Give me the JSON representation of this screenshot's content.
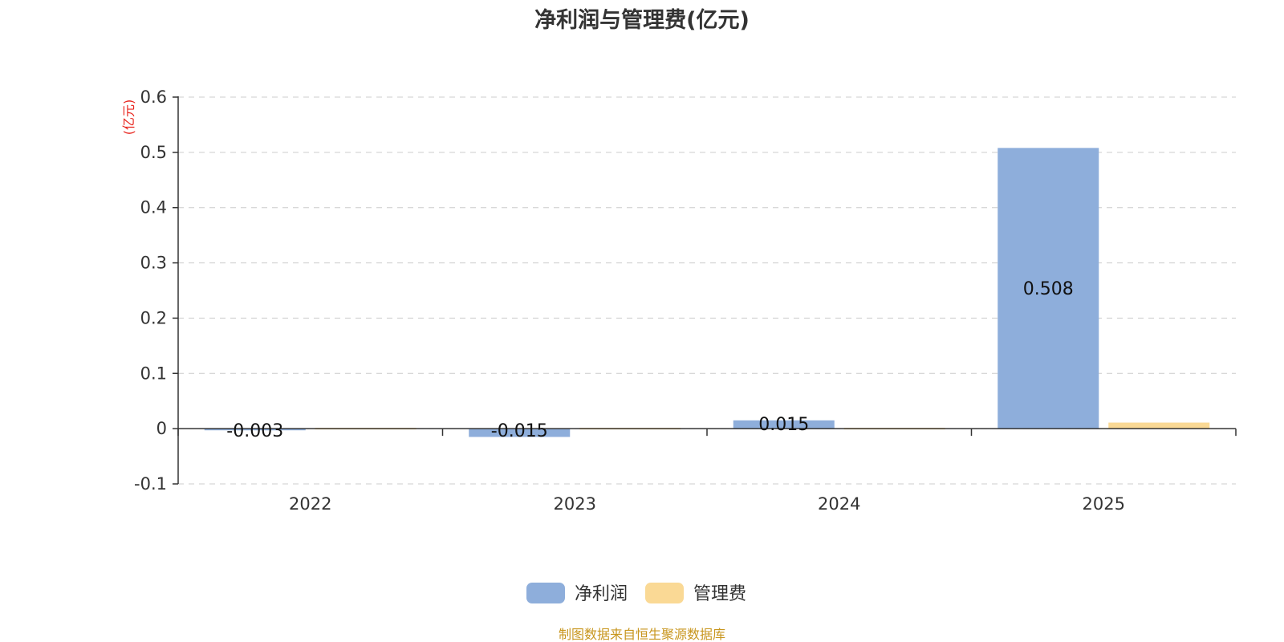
{
  "chart_data": {
    "type": "bar",
    "title": "净利润与管理费(亿元)",
    "y_unit": "(亿元)",
    "categories": [
      "2022",
      "2023",
      "2024",
      "2025"
    ],
    "series": [
      {
        "name": "净利润",
        "values": [
          -0.003,
          -0.015,
          0.015,
          0.508
        ],
        "data_labels": [
          "-0.003",
          "-0.015",
          "0.015",
          "0.508"
        ],
        "color": "#8eaedb"
      },
      {
        "name": "管理费",
        "values": [
          0.001,
          0.001,
          0.001,
          0.011
        ],
        "color": "#fad995"
      }
    ],
    "ylim": [
      -0.1,
      0.6
    ],
    "y_ticks": [
      0.6,
      0.5,
      0.4,
      0.3,
      0.2,
      0.1,
      0,
      -0.1
    ],
    "y_tick_labels": [
      "0.6",
      "0.5",
      "0.4",
      "0.3",
      "0.2",
      "0.1",
      "0",
      "-0.1"
    ],
    "grid": true,
    "legend": "bottom-center",
    "source": "制图数据来自恒生聚源数据库",
    "colors": {
      "unit": "#e8261f",
      "source": "#c8961e",
      "grid": "#cccccc",
      "axis": "#333333"
    }
  }
}
